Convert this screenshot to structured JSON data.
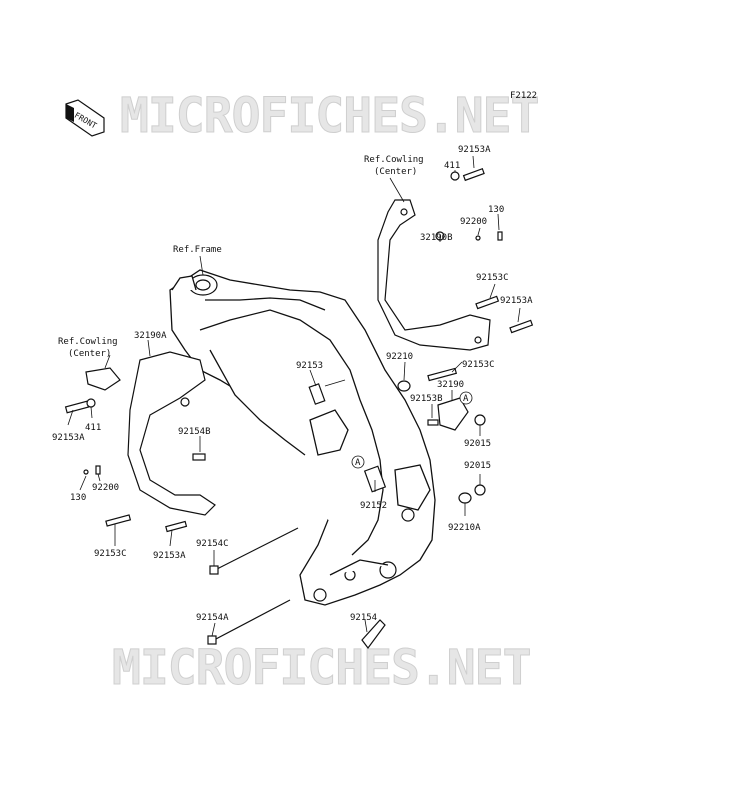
{
  "diagram_code": "F2122",
  "watermark_top": "MICROFICHES.NET",
  "watermark_bottom": "MICROFICHES.NET",
  "front_arrow_label": "FRONT",
  "refs": {
    "frame": "Ref.Frame",
    "cowling_right_line1": "Ref.Cowling",
    "cowling_right_line2": "(Center)",
    "cowling_left_line1": "Ref.Cowling",
    "cowling_left_line2": "(Center)"
  },
  "callout_a": "A",
  "parts": {
    "p411_r": "411",
    "p92153A_r1": "92153A",
    "p130_r": "130",
    "p92200_r": "92200",
    "p32190B": "32190B",
    "p92153C_r1": "92153C",
    "p92153A_r2": "92153A",
    "p92210": "92210",
    "p92153C_r2": "92153C",
    "p32190": "32190",
    "p92153B": "92153B",
    "p92015_1": "92015",
    "p92015_2": "92015",
    "p92210A": "92210A",
    "p92153": "92153",
    "p92152": "92152",
    "p32190A": "32190A",
    "p92153A_l": "92153A",
    "p411_l": "411",
    "p130_l": "130",
    "p92200_l": "92200",
    "p92154B": "92154B",
    "p92153C_l": "92153C",
    "p92153A_l2": "92153A",
    "p92154C": "92154C",
    "p92154A": "92154A",
    "p92154": "92154"
  }
}
